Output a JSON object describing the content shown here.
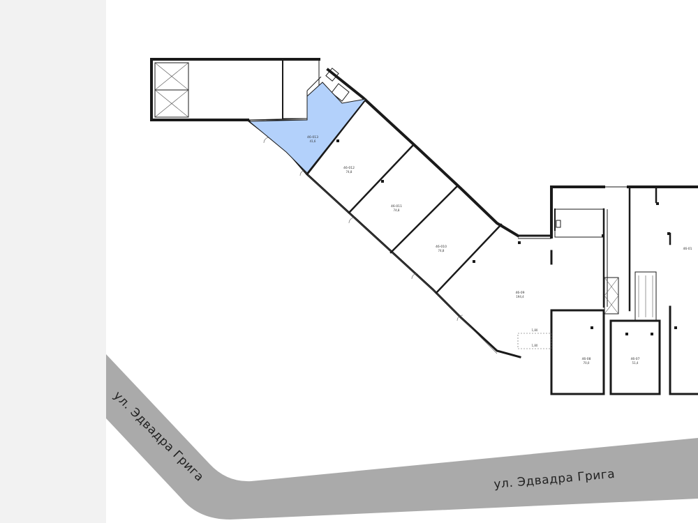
{
  "map": {
    "colors": {
      "outer_background": "#f2f2f2",
      "ground": "#ffffff",
      "road": "#aaaaaa",
      "selected_unit": "#b3d1fb",
      "walls": "#1a1a1a"
    },
    "streets": [
      {
        "label": "ул. Эдвадра Грига"
      },
      {
        "label": "ул. Эдвадра Грига"
      }
    ],
    "units": [
      {
        "code": "46-013",
        "area": "41,6",
        "selected": true
      },
      {
        "code": "46-012",
        "area": "74,8",
        "selected": false
      },
      {
        "code": "46-011",
        "area": "74,8",
        "selected": false
      },
      {
        "code": "46-010",
        "area": "74,8",
        "selected": false
      },
      {
        "code": "46-09",
        "area": "194,4",
        "selected": false
      },
      {
        "code": "46-08",
        "area": "70,0",
        "selected": false
      },
      {
        "code": "46-07",
        "area": "51,4",
        "selected": false
      },
      {
        "code": "46-01",
        "area": "",
        "selected": false
      }
    ]
  }
}
